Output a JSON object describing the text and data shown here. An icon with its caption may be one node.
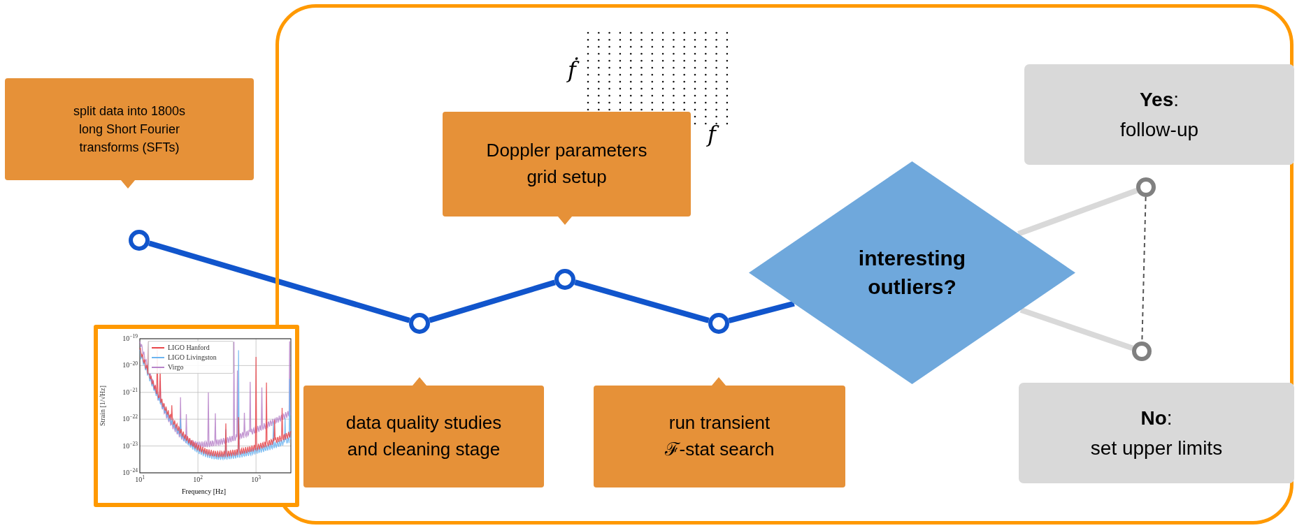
{
  "diagram": {
    "nodes": [
      {
        "text": [],
        "shape": "box"
      },
      {
        "text": [
          "split data into 1800s long Short Fourier transforms (SFTs)"
        ]
      },
      {
        "text": [],
        "shape": "circle"
      },
      {
        "text": [],
        "shape": "picture"
      },
      {
        "text": [
          "Doppler parameters grid setup"
        ],
        "in": 0
      },
      {
        "text": [],
        "shape": "circle",
        "in": 0
      },
      {
        "text": [],
        "shape": "circle",
        "in": 0
      },
      {
        "text": [],
        "shape": "circle",
        "in": 0
      },
      {
        "text": [
          "data quality studies and cleaning stage"
        ],
        "in": 0
      },
      {
        "text": [
          "run transient ℱ-stat search"
        ],
        "in": 0
      },
      {
        "text": [
          "interesting outliers?"
        ],
        "in": 0
      },
      {
        "text": [
          "**Yes**:",
          "follow-up"
        ],
        "in": 0
      },
      {
        "text": [],
        "shape": "circle",
        "in": 0
      },
      {
        "text": [],
        "shape": "circle",
        "in": 0
      },
      {
        "text": [
          "**No**:",
          "set upper limits"
        ],
        "in": 0
      }
    ],
    "edges": [
      {
        "from": 2,
        "to": 5,
        "arrow": "none"
      },
      {
        "from": 5,
        "to": 6,
        "arrow": "none"
      },
      {
        "from": 6,
        "to": 7,
        "arrow": "none"
      },
      {
        "from": 7,
        "to": 10,
        "arrow": "none"
      },
      {
        "from": 10,
        "to": 12,
        "arrow": "none",
        "color": "#d9d9d9"
      },
      {
        "from": 10,
        "to": 13,
        "arrow": "none",
        "color": "#d9d9d9"
      },
      {
        "from": 12,
        "to": 13,
        "arrow": "none",
        "style": "dashed",
        "color": "#555555"
      }
    ],
    "labels": [
      "ḟ",
      "f",
      "10$^{−19}$",
      "10$^{−20}$",
      "10$^{−21}$",
      "10$^{−22}$",
      "10$^{−23}$",
      "10$^{−24}$",
      "10$^{1}$",
      "10$^{2}$",
      "10$^{3}$",
      "Strain [1/√Hz]",
      "Frequency [Hz]"
    ],
    "legend": [
      {
        "text": "LIGO Hanford"
      },
      {
        "text": "LIGO Livingston"
      },
      {
        "text": "Virgo"
      }
    ]
  }
}
